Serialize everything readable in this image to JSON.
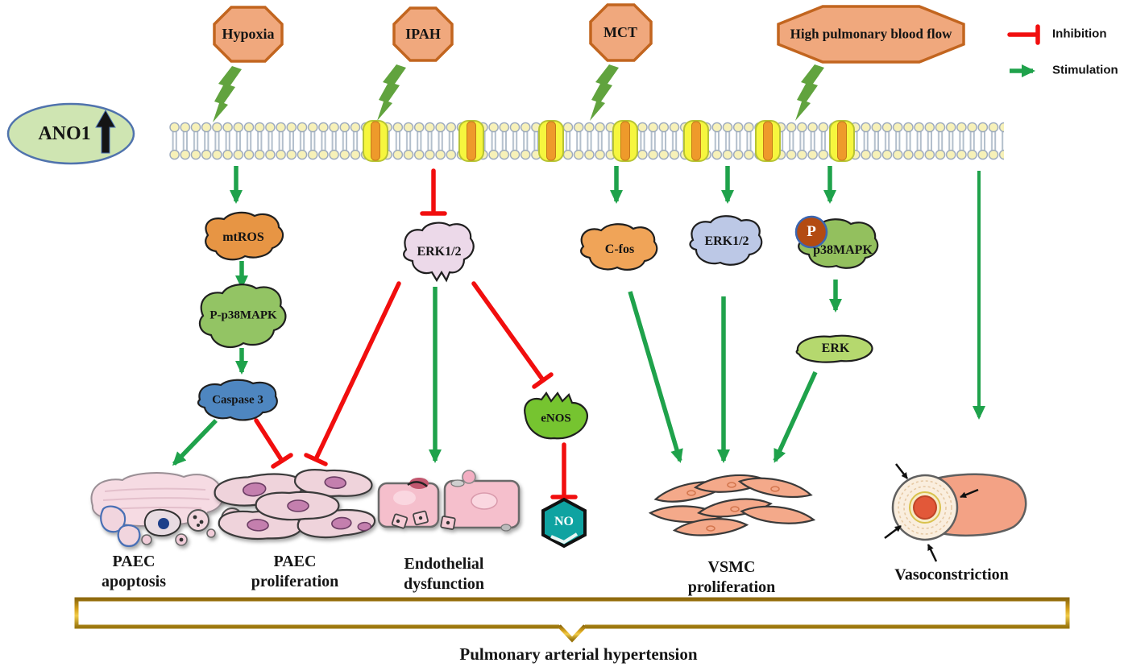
{
  "legend": {
    "inhibition_label": "Inhibition",
    "stimulation_label": "Stimulation"
  },
  "stimuli": [
    {
      "label": "Hypoxia"
    },
    {
      "label": "IPAH"
    },
    {
      "label": "MCT"
    },
    {
      "label": "High pulmonary blood flow"
    }
  ],
  "ano1": {
    "label": "ANO1",
    "direction": "up"
  },
  "molecules": {
    "mtros": "mtROS",
    "p_p38mapk": "P-p38MAPK",
    "caspase3": "Caspase 3",
    "erk12_left": "ERK1/2",
    "cfos": "C-fos",
    "erk12_right": "ERK1/2",
    "phospho": "P",
    "p38mapk": "p38MAPK",
    "erk": "ERK",
    "enos": "eNOS",
    "no": "NO"
  },
  "outcomes": [
    {
      "line1": "PAEC",
      "line2": "apoptosis"
    },
    {
      "line1": "PAEC",
      "line2": "proliferation"
    },
    {
      "line1": "Endothelial",
      "line2": "dysfunction"
    },
    {
      "line1": "VSMC",
      "line2": "proliferation"
    },
    {
      "line1": "Vasoconstriction",
      "line2": ""
    }
  ],
  "footer": {
    "title": "Pulmonary arterial hypertension"
  },
  "icons": {
    "lightning-bolt-icon": "stimulus strike",
    "inhibition-icon": "red T-bar",
    "stimulation-icon": "green arrow",
    "membrane-channel-icon": "ion channel",
    "up-arrow-icon": "increase"
  },
  "colors": {
    "stimulation_green": "#1fa24b",
    "inhibition_red": "#f10e0e",
    "stimulus_fill": "#f0a87d",
    "stimulus_border": "#c2651f",
    "bolt_green": "#61a33e",
    "membrane_lipid": "#f7f1b8",
    "channel_yellow": "#f6f63e",
    "channel_orange": "#ee9a2b",
    "ano1_fill": "#cfe5b2",
    "ano1_border": "#5073ad",
    "mtros_fill": "#e79544",
    "p38_green": "#93c464",
    "caspase_blue": "#4e86c0",
    "erk12_pink": "#ecd9e9",
    "cfos_orange": "#f0a458",
    "erk12_lavender": "#bcc8e6",
    "erk_lightgreen": "#b5d86e",
    "enos_green": "#76c430",
    "no_teal": "#0fa3a1",
    "phospho_rust": "#b34b12",
    "banner_gold": "#d4a01a"
  }
}
